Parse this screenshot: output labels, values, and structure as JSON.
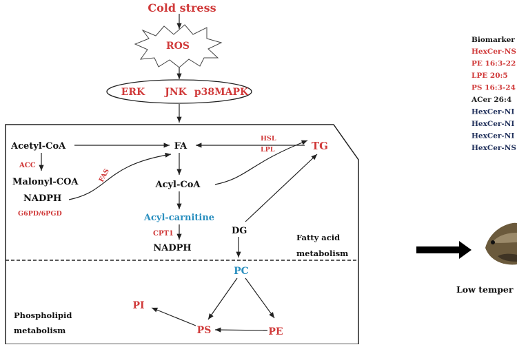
{
  "signal": {
    "stimulus": "Cold stress",
    "ros": "ROS",
    "kinases": [
      "ERK",
      "JNK",
      "p38MAPK"
    ]
  },
  "fatty_acid": {
    "acetyl_coa": "Acetyl-CoA",
    "acc": "ACC",
    "malonyl_coa": "Malonyl-COA",
    "nadph_left": "NADPH",
    "g6pd": "G6PD/6PGD",
    "fas": "FAS",
    "fa": "FA",
    "acyl_coa": "Acyl-CoA",
    "acyl_carnitine": "Acyl-carnitine",
    "cpt1": "CPT1",
    "nadph_center": "NADPH",
    "hsl": "HSL",
    "lpl": "LPL",
    "tg": "TG",
    "dg": "DG",
    "section_label_1": "Fatty acid",
    "section_label_2": "metabolism"
  },
  "phospholipid": {
    "pc": "PC",
    "pi": "PI",
    "ps": "PS",
    "pe": "PE",
    "section_label_1": "Phospholipid",
    "section_label_2": "metabolism"
  },
  "biomarkers": {
    "heading": "Biomarker",
    "items": [
      {
        "text": "HexCer-NS",
        "color": "#d03a3a"
      },
      {
        "text": "PE 16:3-22",
        "color": "#d03a3a"
      },
      {
        "text": "LPE 20:5",
        "color": "#d03a3a"
      },
      {
        "text": "PS 16:3-24",
        "color": "#d03a3a"
      },
      {
        "text": "ACer 26:4",
        "color": "#222222"
      },
      {
        "text": "HexCer-NI",
        "color": "#1f2f5a"
      },
      {
        "text": "HexCer-NI",
        "color": "#1f2f5a"
      },
      {
        "text": "HexCer-NI",
        "color": "#1f2f5a"
      },
      {
        "text": "HexCer-NS",
        "color": "#1f2f5a"
      }
    ]
  },
  "fish_caption": "Low temper"
}
